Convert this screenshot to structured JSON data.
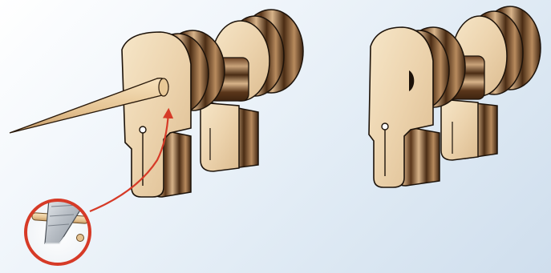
{
  "scene": {
    "kind": "assembly illustration",
    "steps": [
      "insert-skewer",
      "trim-with-blade",
      "finished-mount"
    ]
  },
  "colors": {
    "background_light": "#ffffff",
    "background_dark": "#cfdeed",
    "wood_light": "#ecd3ad",
    "wood_mid": "#c9a37a",
    "wood_dark": "#5e3a1e",
    "wood_darkest": "#3e2410",
    "outline": "#1c1209",
    "accent_red": "#d63a27",
    "blade_steel": "#c9cdd2"
  },
  "icons": {
    "callout": "blade-cut-callout-icon",
    "arrow": "insert-arrow-icon"
  }
}
